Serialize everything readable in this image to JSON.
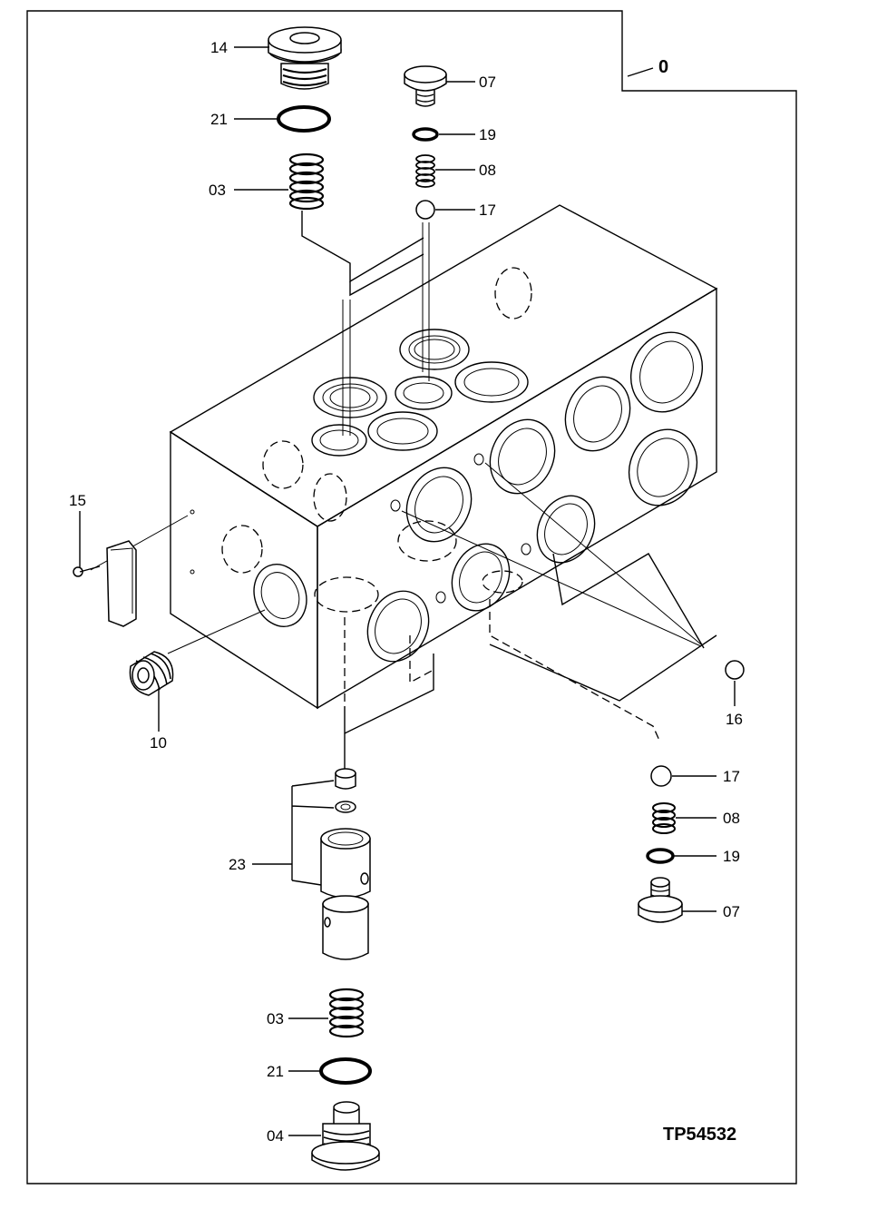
{
  "assembly_ref": "0",
  "drawing_id": "TP54532",
  "callouts": {
    "c14": "14",
    "c21_top": "21",
    "c03_top": "03",
    "c07_top": "07",
    "c19_top": "19",
    "c08_top": "08",
    "c17_top": "17",
    "c15": "15",
    "c10": "10",
    "c16": "16",
    "c17_right": "17",
    "c08_right": "08",
    "c19_right": "19",
    "c07_right": "07",
    "c23": "23",
    "c03_bottom": "03",
    "c21_bottom": "21",
    "c04": "04"
  }
}
